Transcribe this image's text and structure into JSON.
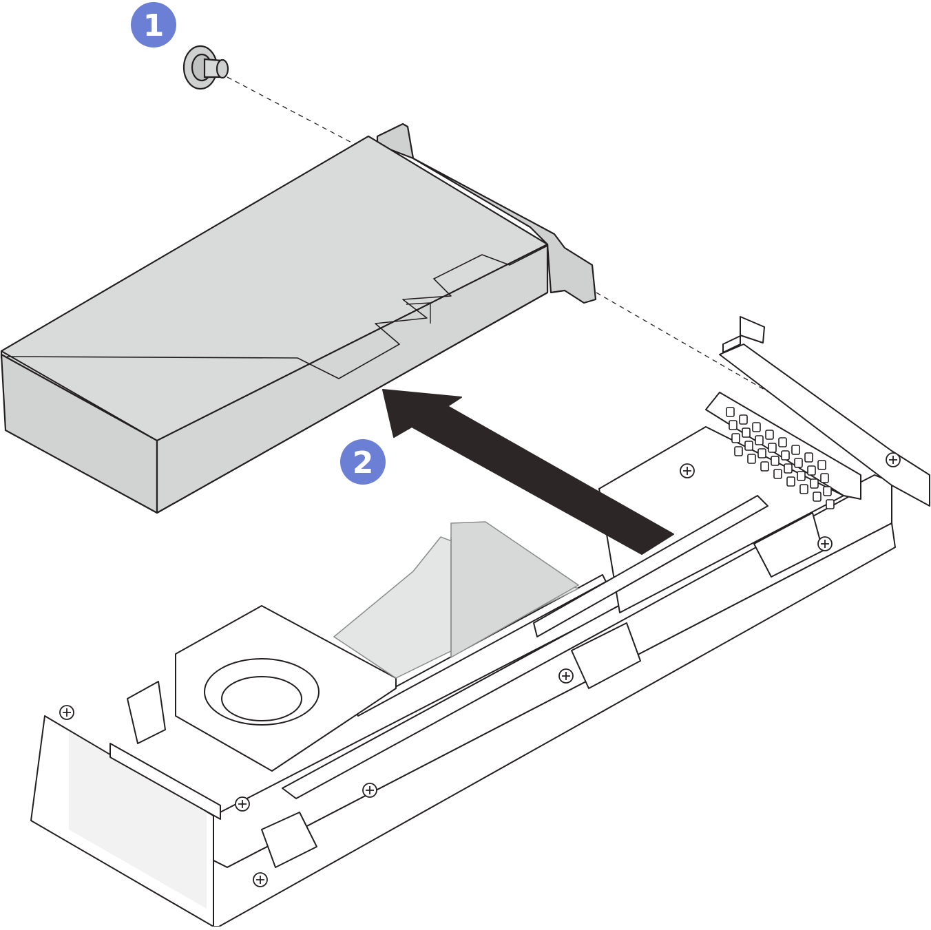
{
  "callouts": [
    {
      "label": "1",
      "color": "#6b7fd4"
    },
    {
      "label": "2",
      "color": "#6b7fd4"
    }
  ],
  "parts": {
    "screw": "screw",
    "adapter": "pcie-adapter-card",
    "riser": "riser-cage",
    "arrow": "removal-direction-arrow"
  },
  "colors": {
    "card_fill": "#d7d8d8",
    "card_side": "#cfd0d0",
    "line": "#231f20",
    "arrow": "#2d2626",
    "duct": "#e4e6e6"
  }
}
